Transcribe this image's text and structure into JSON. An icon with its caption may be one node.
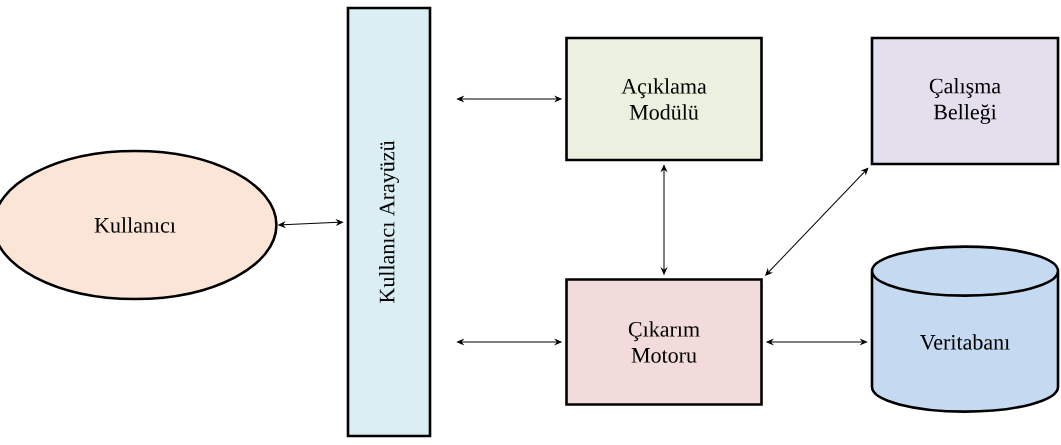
{
  "diagram": {
    "nodes": [
      {
        "text": [
          "Kullanıcı"
        ]
      },
      {
        "text": [
          "Kullanıcı Arayüzü"
        ]
      },
      {
        "text": [
          "Açıklama Modülü"
        ]
      },
      {
        "text": [
          "Çalışma Belleği"
        ]
      },
      {
        "text": [
          "Çıkarım Motoru"
        ]
      },
      {
        "text": [
          "Veritabanı"
        ]
      }
    ],
    "edges": [
      {
        "from": 0,
        "to": 1,
        "arrow": "both"
      },
      {
        "from": 1,
        "to": 2,
        "arrow": "both"
      },
      {
        "from": 2,
        "to": 4,
        "arrow": "both"
      },
      {
        "from": 3,
        "to": 4,
        "arrow": "both"
      },
      {
        "from": 1,
        "to": 4,
        "arrow": "both"
      },
      {
        "from": 4,
        "to": 5,
        "arrow": "both"
      }
    ]
  }
}
